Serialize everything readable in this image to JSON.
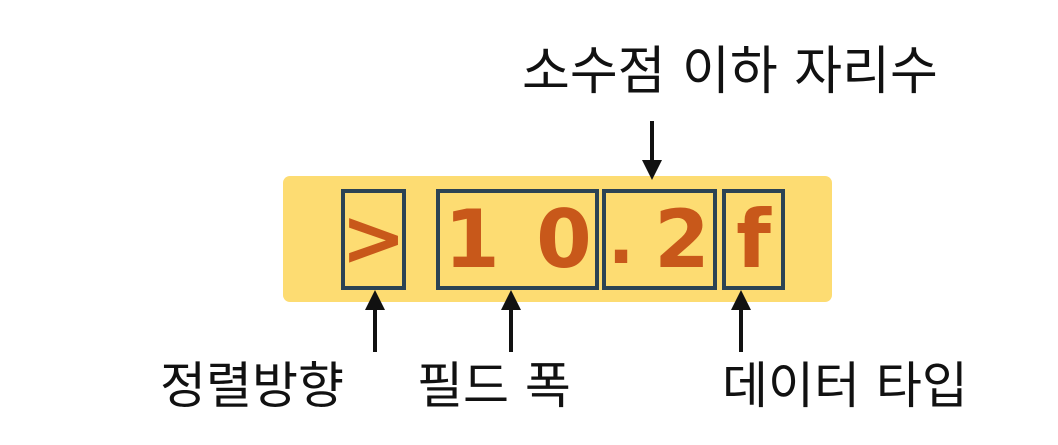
{
  "format_spec": {
    "align": ">",
    "width_digits": [
      "1",
      "0"
    ],
    "dot": ".",
    "precision": "2",
    "type": "f"
  },
  "labels": {
    "precision": "소수점 이하 자리수",
    "align": "정렬방향",
    "width": "필드 폭",
    "type": "데이터 타입"
  },
  "colors": {
    "panel": "#fddc72",
    "box_border": "#2b4354",
    "glyph": "#c8581a",
    "arrow": "#111111"
  }
}
